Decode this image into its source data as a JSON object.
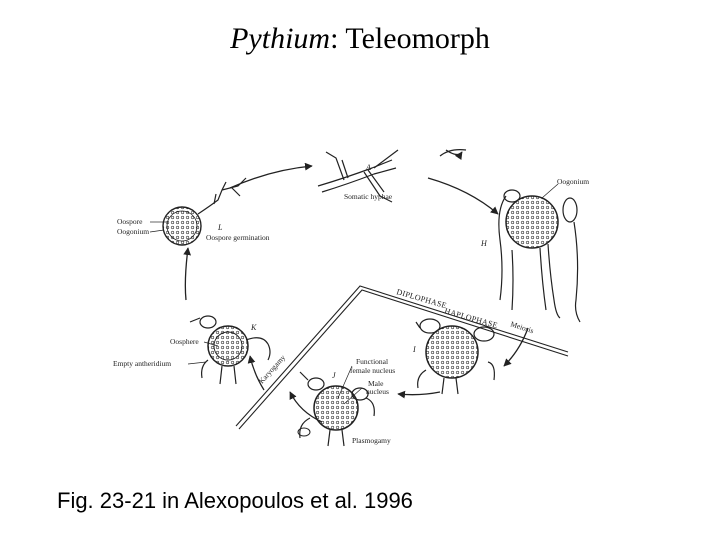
{
  "title": {
    "genus": "Pythium",
    "rest": ": Teleomorph"
  },
  "caption": "Fig. 23-21 in Alexopoulos et al. 1996",
  "diagram": {
    "stage_letters": {
      "a": "A",
      "h": "H",
      "i": "I",
      "j": "J",
      "k": "K",
      "l": "L"
    },
    "labels": {
      "somatic_hyphae": "Somatic hyphae",
      "oogonium_right": "Oogonium",
      "oospore": "Oospore",
      "oogonium_left": "Oogonium",
      "oospore_germination": "Oospore germination",
      "oosphere": "Oosphere",
      "empty_antheridium": "Empty antheridium",
      "functional_female_nucleus_1": "Functional",
      "functional_female_nucleus_2": "female nucleus",
      "male_nucleus_1": "Male",
      "male_nucleus_2": "nucleus",
      "plasmogamy": "Plasmogamy",
      "meiosis": "Meiosis",
      "karyogamy": "Karyogamy",
      "diplophase": "DIPLOPHASE",
      "haplophase": "HAPLOPHASE"
    },
    "colors": {
      "ink": "#222222",
      "paper": "#ffffff"
    }
  }
}
